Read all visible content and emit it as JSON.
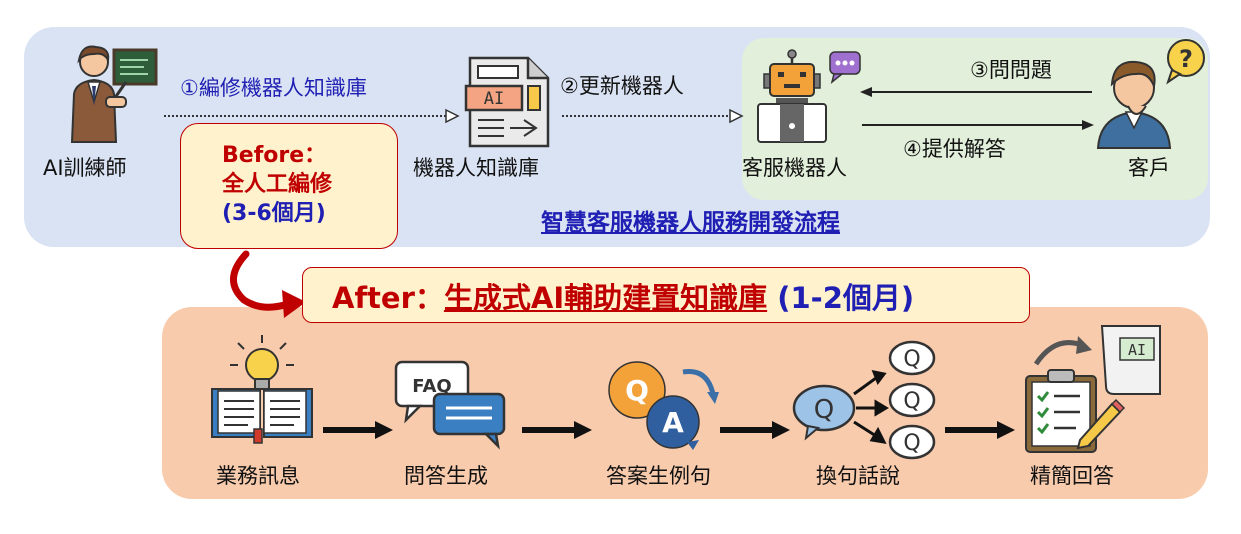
{
  "top_flow": {
    "trainer_label": "AI訓練師",
    "step1_label": "①編修機器人知識庫",
    "kb_label": "機器人知識庫",
    "kb_icon_text": "AI",
    "step2_label": "②更新機器人",
    "bot_label": "客服機器人",
    "step3_label": "③問問題",
    "step4_label": "④提供解答",
    "customer_label": "客戶",
    "question_mark": "?",
    "process_title": "智慧客服機器人服務開發流程"
  },
  "before": {
    "line1": "Before：",
    "line2": "全人工編修",
    "line3": "(3-6個月)"
  },
  "after": {
    "prefix": "After：",
    "highlight": "生成式AI輔助建置知識庫",
    "duration": "(1-2個月)"
  },
  "bottom_flow": {
    "steps": [
      {
        "label": "業務訊息"
      },
      {
        "label": "問答生成",
        "icon_text": "FAQ"
      },
      {
        "label": "答案生例句",
        "icon_text_q": "Q",
        "icon_text_a": "A"
      },
      {
        "label": "換句話說",
        "icon_text": "Q"
      },
      {
        "label": "精簡回答",
        "icon_text": "AI"
      }
    ]
  },
  "colors": {
    "top_panel": "#dae3f3",
    "green_panel": "#e2efda",
    "bottom_panel": "#f8cbad",
    "accent_blue": "#1f1fb4",
    "accent_red": "#c00000",
    "note_fill": "#fff2cc"
  }
}
